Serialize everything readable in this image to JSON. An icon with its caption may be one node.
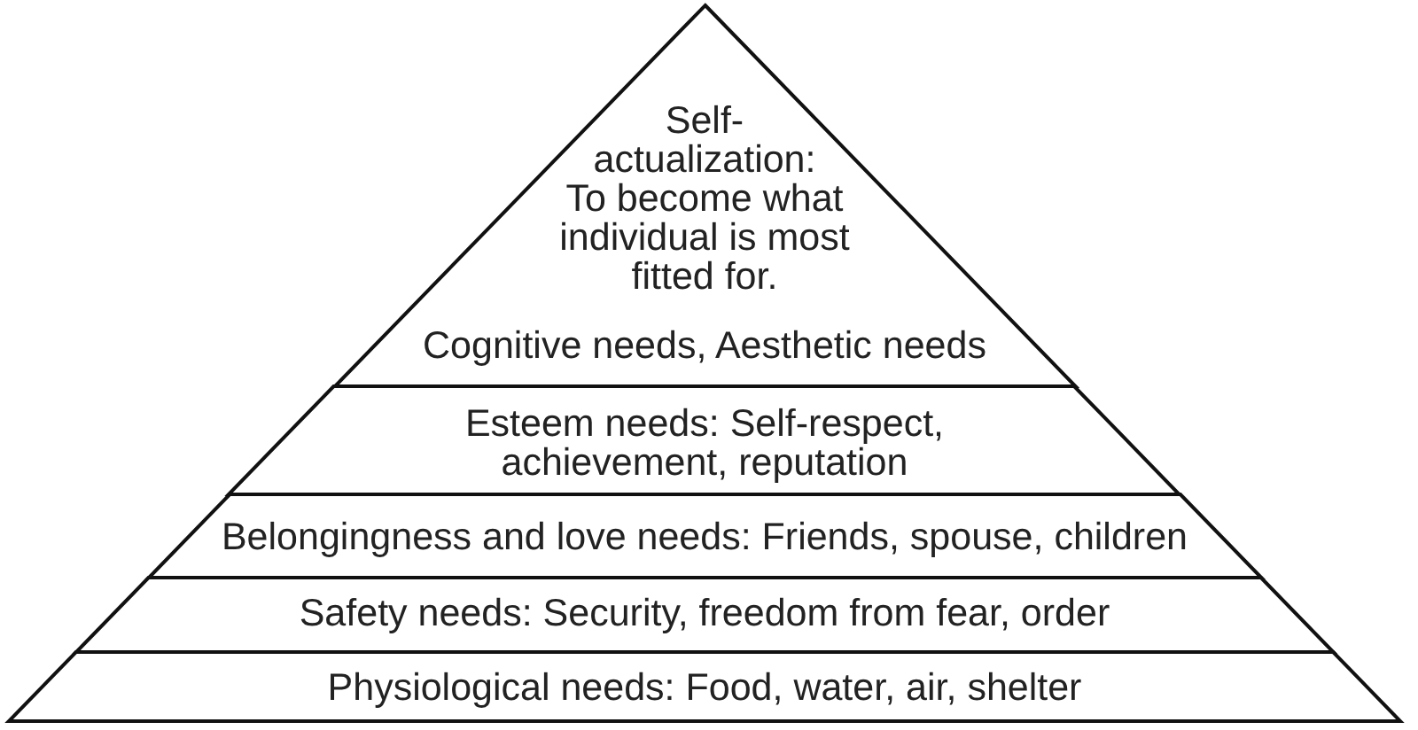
{
  "diagram": {
    "nodes": [
      {
        "text": [
          "Self-actualization: To become what individual is most fitted for.",
          "Cognitive needs, Aesthetic needs"
        ]
      },
      {
        "text": [
          "Esteem needs: Self-respect, achievement, reputation"
        ]
      },
      {
        "text": [
          "Belongingness and love needs: Friends, spouse, children"
        ]
      },
      {
        "text": [
          "Safety needs: Security, freedom from fear, order"
        ]
      },
      {
        "text": [
          "Physiological needs: Food, water, air, shelter"
        ]
      }
    ]
  }
}
